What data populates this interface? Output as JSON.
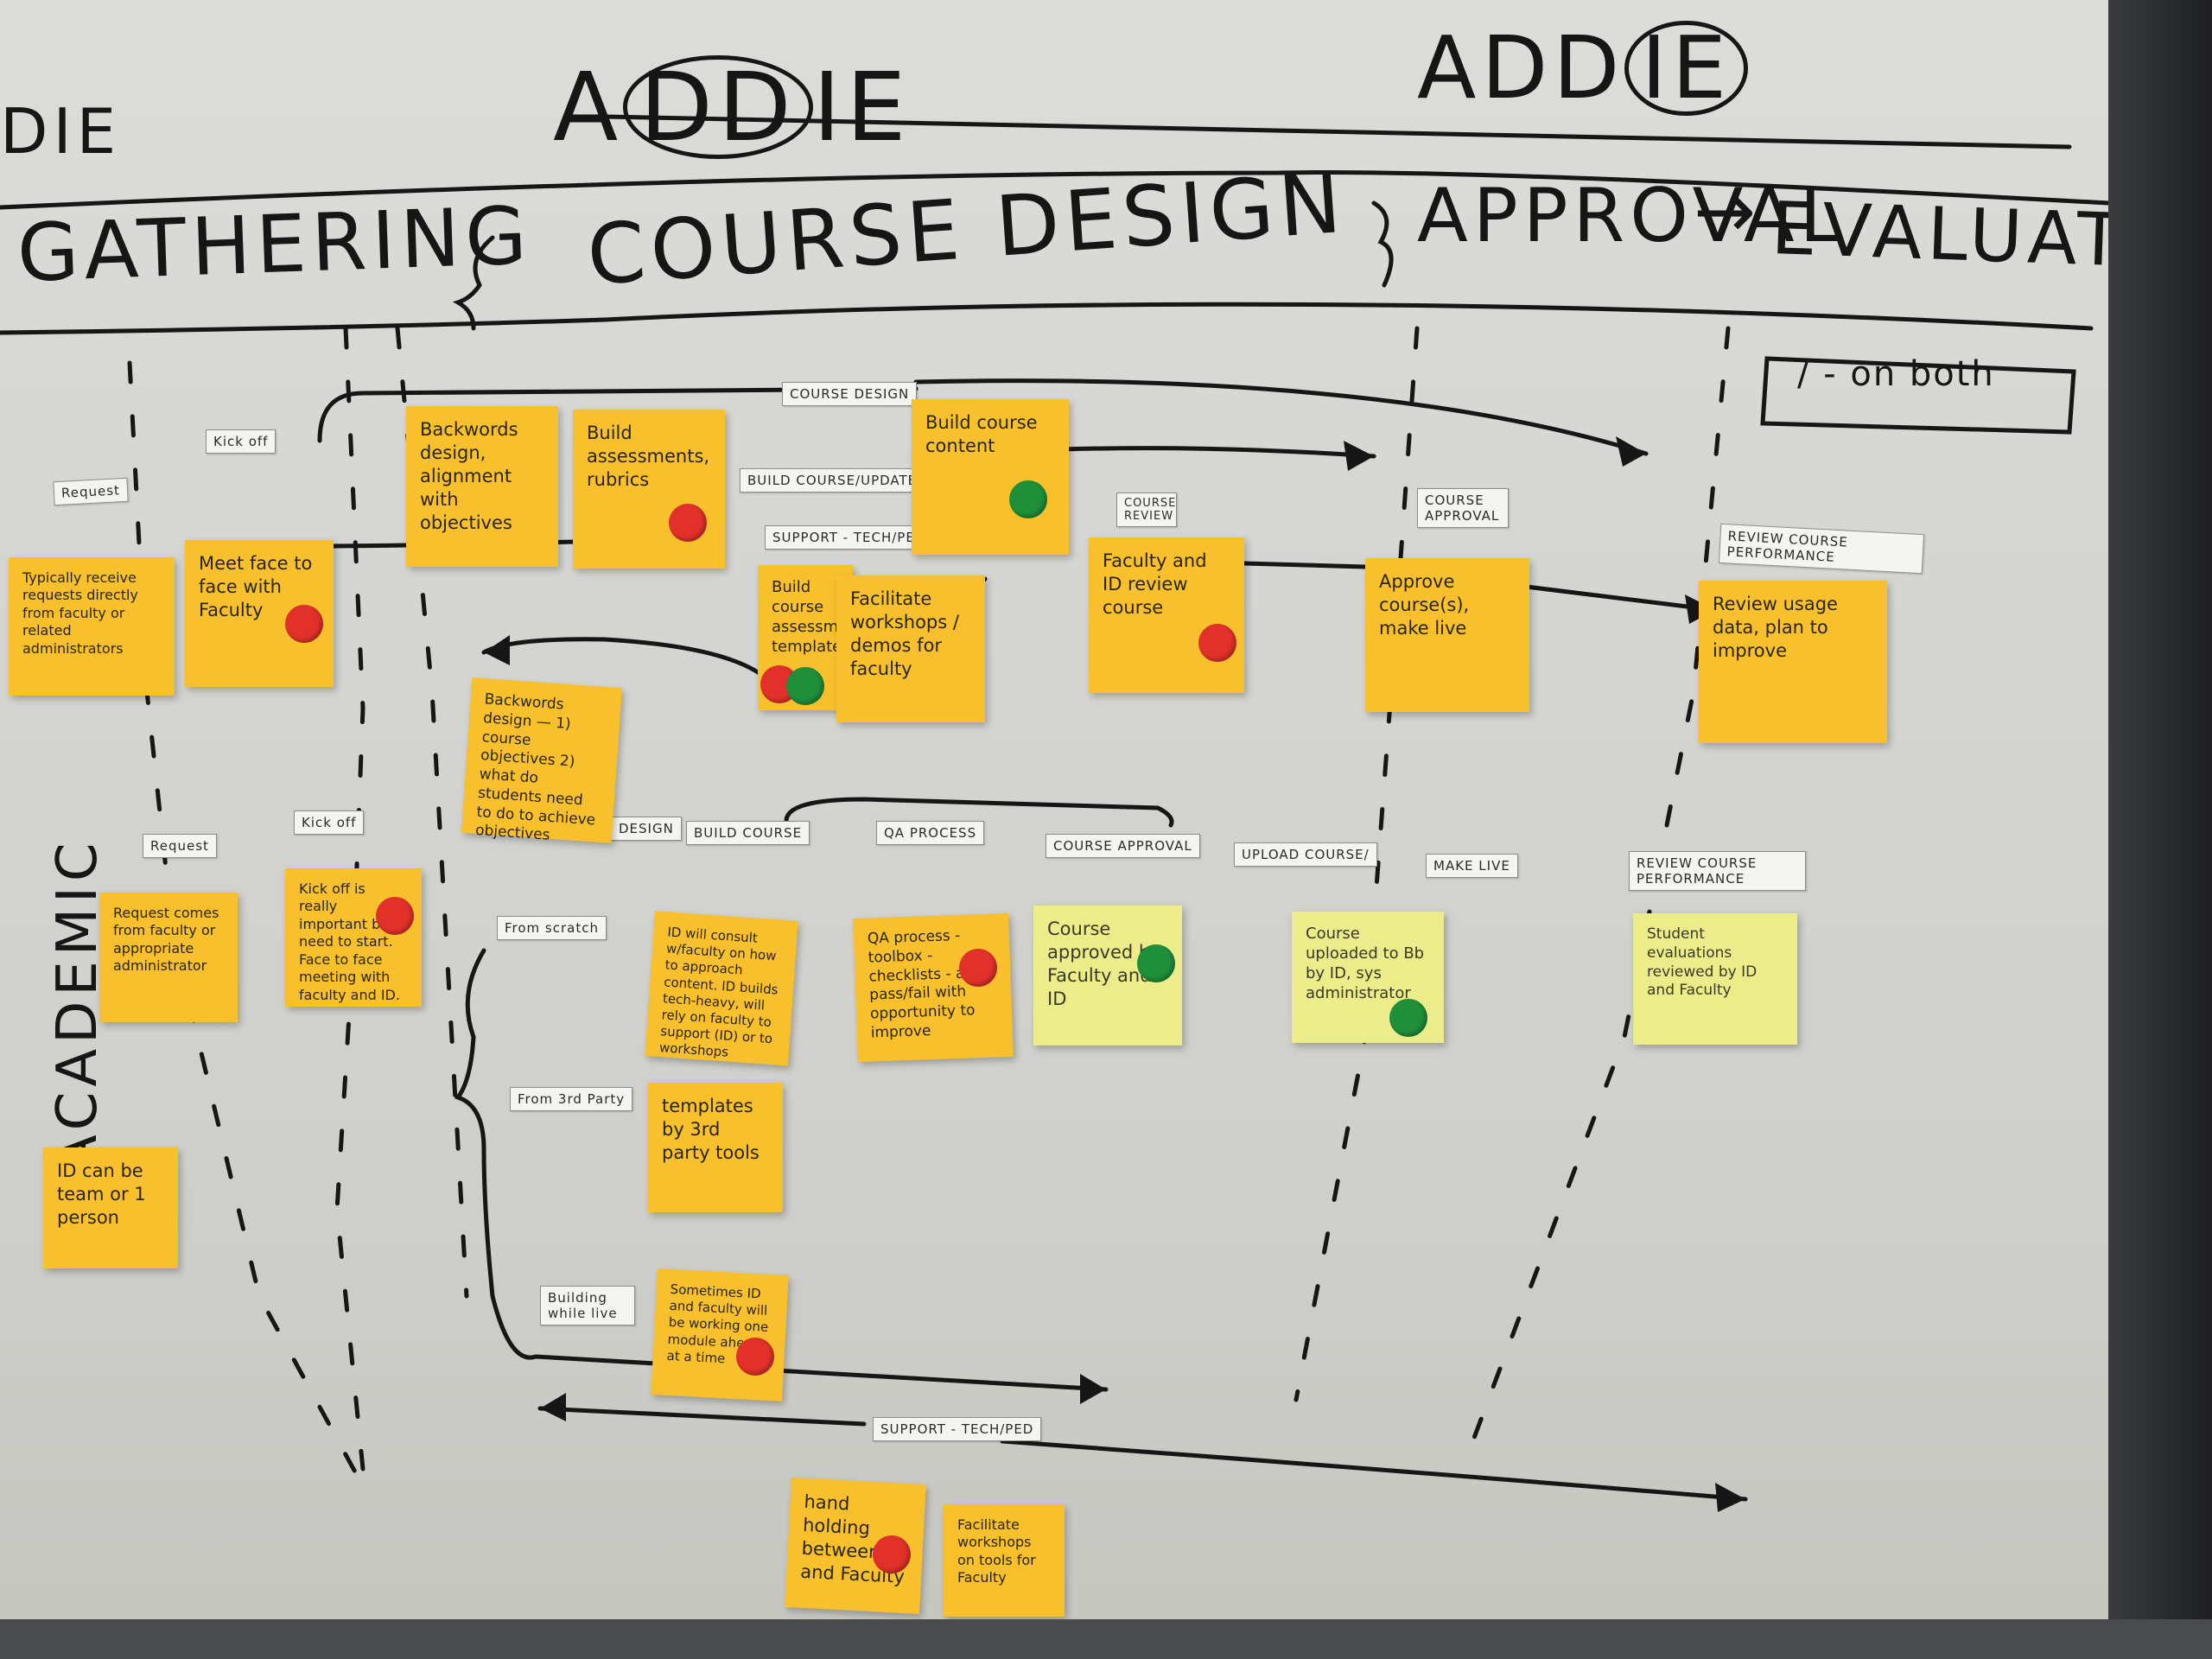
{
  "headings": {
    "addie_left": "DIE",
    "addie_design": {
      "pre": "A",
      "circled": "DD",
      "post": "IE"
    },
    "addie_eval": {
      "pre": "ADD",
      "circled": "IE",
      "post": ""
    },
    "gathering": "GATHERING",
    "course_design": "COURSE DESIGN",
    "approval": "APPROVAL",
    "arrow": "→",
    "evaluation": "EVALUATION",
    "on_both": "/ - on both",
    "academic": "ACADEMIC"
  },
  "tapes": {
    "request_top": "Request",
    "kickoff_top": "Kick off",
    "course_design": "COURSE DESIGN",
    "build_course": "BUILD COURSE/UPDATE",
    "support_tech": "SUPPORT - TECH/PE",
    "course_review": "COURSE REVIEW",
    "course_approval_top": "COURSE APPROVAL",
    "review_perf_top": "REVIEW COURSE PERFORMANCE",
    "request_bottom": "Request",
    "kickoff_bottom": "Kick off",
    "design": "DESIGN",
    "build_course_bottom": "BUILD COURSE",
    "qa_process": "QA PROCESS",
    "course_approval_bottom": "COURSE APPROVAL",
    "upload_course": "UPLOAD COURSE/",
    "make_live": "MAKE LIVE",
    "review_perf_bottom": "REVIEW COURSE PERFORMANCE",
    "from_scratch": "From scratch",
    "from_3rd": "From 3rd Party",
    "building_while": "Building while live",
    "support_tech_ped": "SUPPORT - TECH/PED"
  },
  "stickies": {
    "s1": "Typically receive requests directly from faculty or related administrators",
    "s2": "Meet face to face with Faculty",
    "s3": "Backwords design, alignment with objectives",
    "s4": "Build assessments, rubrics",
    "s5": "Build course content",
    "s6": "Build course assessment templates",
    "s7": "Facilitate workshops / demos for faculty",
    "s8": "Faculty and ID review course",
    "s9": "Approve course(s), make live",
    "s10": "Review usage data, plan to improve",
    "s11": "Backwords design — 1) course objectives 2) what do students need to do to achieve objectives",
    "s12": "Request comes from faculty or appropriate administrator",
    "s13": "Kick off is really important but need to start. Face to face meeting with faculty and ID.",
    "s14": "ID will consult w/faculty on how to approach content. ID builds tech-heavy, will rely on faculty to support (ID) or to workshops",
    "s15": "QA process - toolbox - checklists - a pass/fail with opportunity to improve",
    "s16": "Course approved by Faculty and ID",
    "s17": "Course uploaded to Bb by ID, sys administrator",
    "s18": "Student evaluations reviewed by ID and Faculty",
    "s19": "ID can be team or 1 person",
    "s20": "templates by 3rd party tools",
    "s21": "Sometimes ID and faculty will be working one module ahead at a time",
    "s22": "hand holding between ID and Faculty",
    "s23": "Facilitate workshops on tools for Faculty"
  },
  "colors": {
    "orange_note": "#f8c02c",
    "yellow_note": "#ecec8a",
    "red_dot": "#e2312a",
    "green_dot": "#1f8f3a",
    "ink": "#161616"
  }
}
